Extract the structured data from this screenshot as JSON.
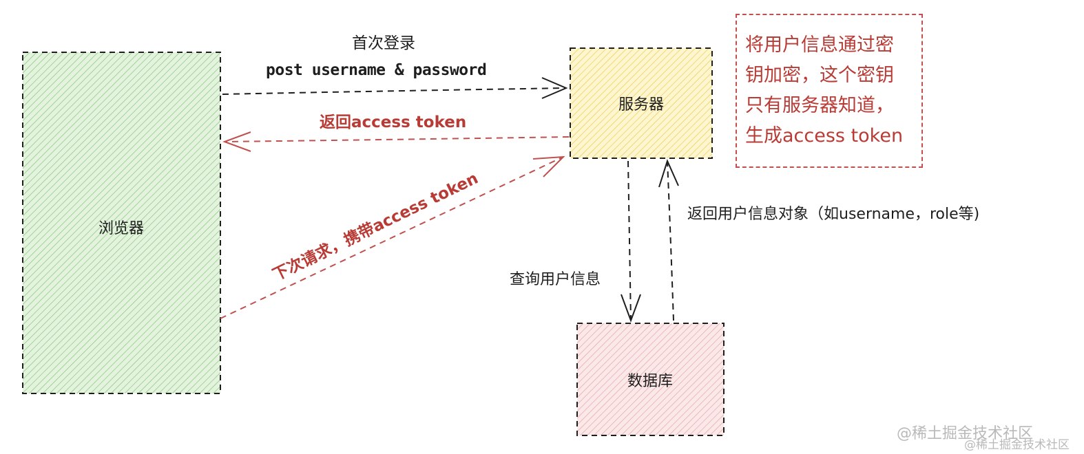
{
  "nodes": {
    "browser": {
      "label": "浏览器",
      "fill": "#cfe8c6",
      "hatch": "#7cc46e"
    },
    "server": {
      "label": "服务器",
      "fill": "#fbefb0",
      "hatch": "#f1c232"
    },
    "database": {
      "label": "数据库",
      "fill": "#f7d6d6",
      "hatch": "#e28a8a"
    }
  },
  "edges": {
    "first_login_title": "首次登录",
    "first_login_detail": "post username & password",
    "return_token": "返回access token",
    "next_request": "下次请求，携带access token",
    "query_user": "查询用户信息",
    "return_user": "返回用户信息对象（如username，role等)"
  },
  "note": {
    "lines": [
      "将用户信息通过密",
      "钥加密，这个密钥",
      "只有服务器知道，",
      "生成access token"
    ]
  },
  "watermark": {
    "primary": "@稀土掘金技术社区",
    "secondary": "@稀土掘金技术社区"
  },
  "colors": {
    "black_line": "#1e1e1e",
    "red_line": "#c0504d",
    "red_text": "#b83b35"
  }
}
